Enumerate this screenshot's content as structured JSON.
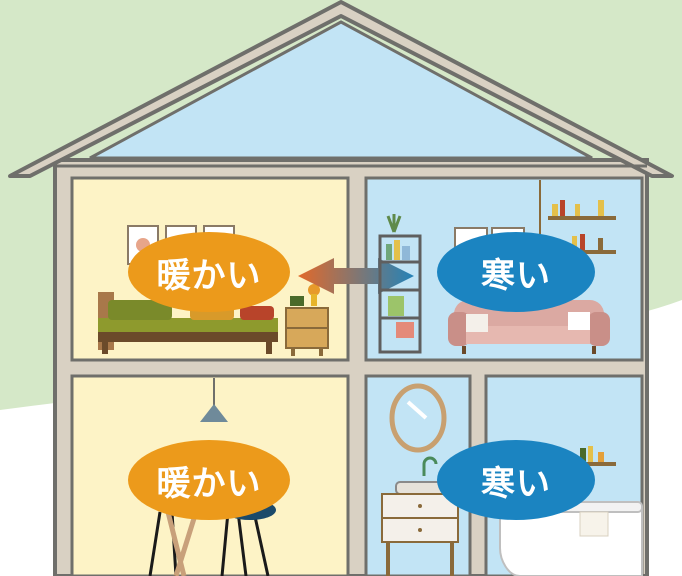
{
  "labels": {
    "warm_top": "暖かい",
    "cold_top": "寒い",
    "warm_bottom": "暖かい",
    "cold_bottom": "寒い"
  },
  "colors": {
    "warm": "#ec9a1b",
    "cold": "#1b84c1",
    "warm_room": "#fdf3c6",
    "cold_room": "#c2e4f5",
    "wall": "#d9d1c3",
    "outline": "#6f6f6b",
    "hill": "#d5e8c8"
  },
  "icons": {
    "arrow": "double-arrow-icon",
    "lamp": "pendant-lamp-icon",
    "mirror": "mirror-icon",
    "faucet": "faucet-icon"
  }
}
